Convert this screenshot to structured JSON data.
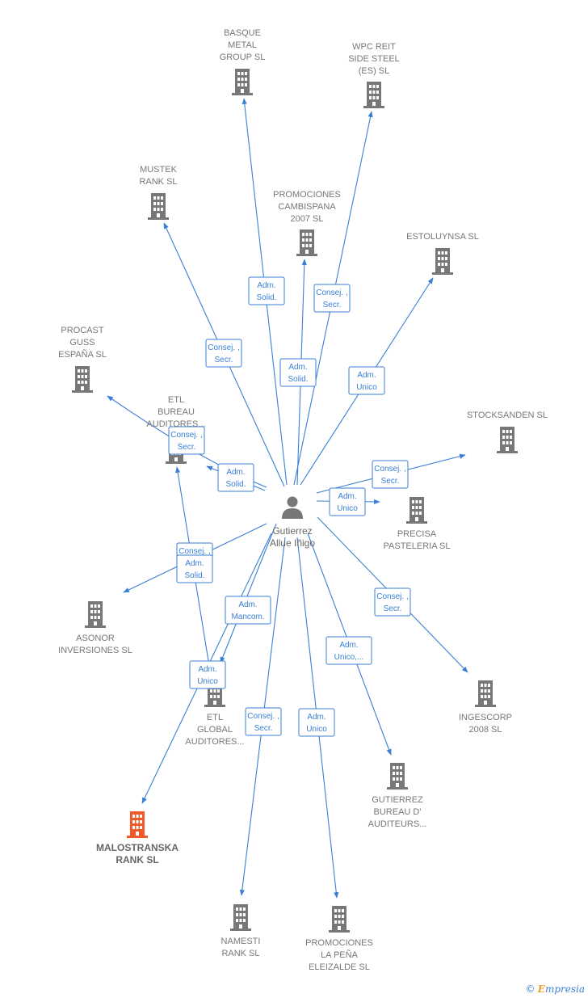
{
  "center": {
    "name": [
      "Gutierrez",
      "Allue Iñigo"
    ]
  },
  "companies": [
    {
      "id": "basque",
      "name": [
        "BASQUE",
        "METAL",
        "GROUP  SL"
      ]
    },
    {
      "id": "wpc",
      "name": [
        "WPC REIT",
        "SIDE STEEL",
        "(ES)  SL"
      ]
    },
    {
      "id": "mustek",
      "name": [
        "MUSTEK",
        "RANK  SL"
      ]
    },
    {
      "id": "promociones_cambispana",
      "name": [
        "PROMOCIONES",
        "CAMBISPANA",
        "2007 SL"
      ]
    },
    {
      "id": "estoluynsa",
      "name": [
        "ESTOLUYNSA SL"
      ]
    },
    {
      "id": "procast",
      "name": [
        "PROCAST",
        "GUSS",
        "ESPAÑA  SL"
      ]
    },
    {
      "id": "etl_bureau",
      "name": [
        "ETL",
        "BUREAU",
        "AUDITORES..."
      ]
    },
    {
      "id": "stocksanden",
      "name": [
        "STOCKSANDEN SL"
      ]
    },
    {
      "id": "precisa",
      "name": [
        "PRECISA",
        "PASTELERIA SL"
      ]
    },
    {
      "id": "asonor",
      "name": [
        "ASONOR",
        "INVERSIONES SL"
      ]
    },
    {
      "id": "ingescorp",
      "name": [
        "INGESCORP",
        "2008 SL"
      ]
    },
    {
      "id": "etl_global",
      "name": [
        "ETL",
        "GLOBAL",
        "AUDITORES..."
      ]
    },
    {
      "id": "gutierrez_bureau",
      "name": [
        "GUTIERREZ",
        "BUREAU D'",
        "AUDITEURS..."
      ]
    },
    {
      "id": "malostranska",
      "name": [
        "MALOSTRANSKA",
        "RANK  SL"
      ],
      "highlight": true
    },
    {
      "id": "namesti",
      "name": [
        "NAMESTI",
        "RANK  SL"
      ]
    },
    {
      "id": "promociones_pena",
      "name": [
        "PROMOCIONES",
        "LA PEÑA",
        "ELEIZALDE  SL"
      ]
    }
  ],
  "relations": [
    {
      "to": "basque",
      "role": [
        "Adm.",
        "Solid."
      ]
    },
    {
      "to": "wpc",
      "role": [
        "Consej. ,",
        "Secr."
      ]
    },
    {
      "to": "mustek",
      "role": [
        "Consej. ,",
        "Secr."
      ]
    },
    {
      "to": "promociones_cambispana",
      "role": [
        "Adm.",
        "Solid."
      ]
    },
    {
      "to": "estoluynsa",
      "role": [
        "Adm.",
        "Unico"
      ]
    },
    {
      "to": "procast",
      "role": [
        "Consej. ,",
        "Secr."
      ]
    },
    {
      "to": "etl_bureau",
      "role": [
        "Adm.",
        "Solid."
      ]
    },
    {
      "to": "stocksanden",
      "role": [
        "Consej. ,",
        "Secr."
      ]
    },
    {
      "to": "precisa",
      "role": [
        "Adm.",
        "Unico"
      ]
    },
    {
      "to": "asonor",
      "role": [
        "Consej. ,",
        "Secr."
      ]
    },
    {
      "to": "etl_global",
      "role": [
        "Adm.",
        "Solid."
      ]
    },
    {
      "to": "ingescorp",
      "role": [
        "Consej. ,",
        "Secr."
      ]
    },
    {
      "to": "etl_bureau",
      "role": [
        "Adm.",
        "Mancom."
      ]
    },
    {
      "to": "malostranska",
      "role": [
        "Adm.",
        "Unico"
      ]
    },
    {
      "to": "gutierrez_bureau",
      "role": [
        "Adm.",
        "Unico,..."
      ]
    },
    {
      "to": "namesti",
      "role": [
        "Consej. ,",
        "Secr."
      ]
    },
    {
      "to": "promociones_pena",
      "role": [
        "Adm.",
        "Unico"
      ]
    }
  ],
  "footer": {
    "copyright": "©",
    "brand_first": "E",
    "brand_rest": "mpresia"
  },
  "colors": {
    "edge": "#3a7fd5",
    "building": "#777777",
    "highlight": "#f05a28",
    "person": "#777777"
  }
}
